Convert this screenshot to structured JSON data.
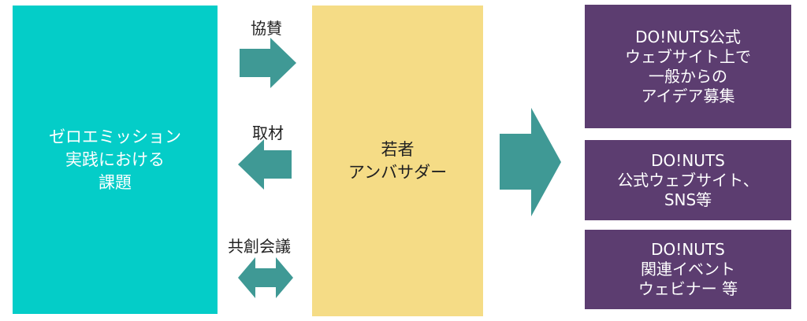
{
  "boxes": {
    "challenge": "ゼロエミッション\n実践における\n課題",
    "ambassador": "若者\nアンバサダー",
    "outputs": [
      "DO!NUTS公式\nウェブサイト上で\n一般からの\nアイデア募集",
      "DO!NUTS\n公式ウェブサイト、\nSNS等",
      "DO!NUTS\n関連イベント\nウェビナー 等"
    ]
  },
  "arrows": {
    "sponsor_label": "協賛",
    "interview_label": "取材",
    "cocreation_label": "共創会議"
  },
  "colors": {
    "teal_box": "#04cdc8",
    "yellow_box": "#f5dc86",
    "purple_box": "#5c3d70",
    "arrow": "#3f9995"
  }
}
